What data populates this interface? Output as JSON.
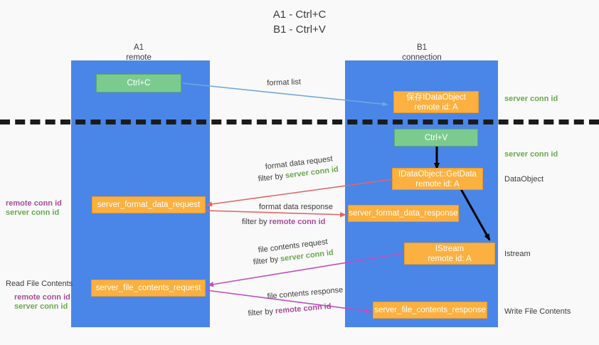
{
  "title": "A1 - Ctrl+C\nB1 - Ctrl+V",
  "columns": [
    {
      "name": "A1",
      "sub": "remote"
    },
    {
      "name": "B1",
      "sub": "connection"
    }
  ],
  "colors": {
    "lane": "#4a86e8",
    "green_box": "#7ccb8e",
    "orange_box": "#fbb040",
    "server_conn": "#6aa84f",
    "remote_conn": "#a64d9a",
    "blue_arrow": "#6fa8dc",
    "red_arrow": "#e06666",
    "magenta_arrow": "#bf4fbf",
    "black_arrow": "#000000",
    "divider": "#1b1b1b",
    "background": "#f9f9f9"
  },
  "boxes": {
    "ctrl_c": "Ctrl+C",
    "save_idataobject": "保存IDataObject\nremote id: A",
    "ctrl_v": "Ctrl+V",
    "getdata": "IDataObject::GetData\nremote id: A",
    "server_format_data_request": "server_format_data_request",
    "server_format_data_response": "server_format_data_response",
    "istream": "IStream\nremote id: A",
    "server_file_contents_request": "server_file_contents_request",
    "server_file_contents_response": "server_file_contents_response"
  },
  "right_notes": {
    "server_conn_id_1": "server conn id",
    "server_conn_id_2": "server conn id",
    "dataobject": "DataObject",
    "istream": "Istream",
    "write_file_contents": "Write File Contents"
  },
  "left_notes": {
    "conn_ids_1_remote": "remote conn id",
    "conn_ids_1_server": "server conn id",
    "read_file_contents": "Read File Contents",
    "conn_ids_2_remote": "remote conn id",
    "conn_ids_2_server": "server conn id"
  },
  "captions": {
    "format_list": "format list",
    "format_data_request": "format data request",
    "format_data_request_filter_prefix": "filter by ",
    "format_data_request_filter_value": "server conn id",
    "format_data_response": "format data response",
    "format_data_response_filter_prefix": "filter by ",
    "format_data_response_filter_value": "remote conn id",
    "file_contents_request": "file contents request",
    "file_contents_request_filter_prefix": "filter by ",
    "file_contents_request_filter_value": "server conn id",
    "file_contents_response": "file contents response",
    "file_contents_response_filter_prefix": "filter by ",
    "file_contents_response_filter_value": "remote conn id"
  }
}
